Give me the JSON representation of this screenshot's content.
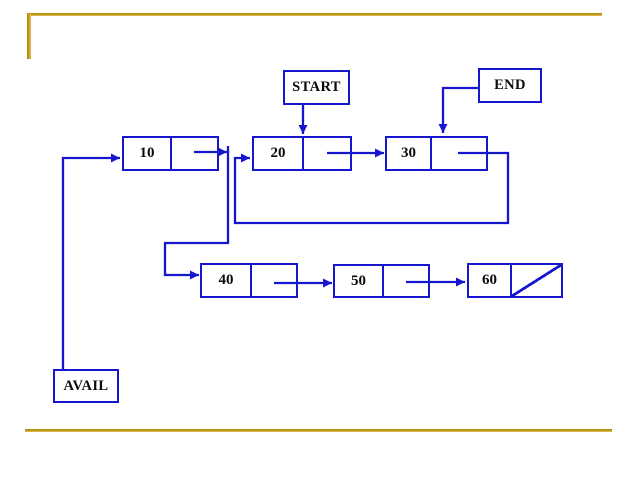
{
  "pointers": {
    "start": "START",
    "end": "END",
    "avail": "AVAIL"
  },
  "nodes": [
    {
      "value": "10"
    },
    {
      "value": "20"
    },
    {
      "value": "30"
    },
    {
      "value": "40"
    },
    {
      "value": "50"
    },
    {
      "value": "60",
      "next": "NULL (diagonal slash)"
    }
  ],
  "edges": [
    "START -> node 20",
    "node 20 -> node 30",
    "node 30 -> node 20 (wraps around below the list)",
    "END -> node 30",
    "AVAIL -> node 10",
    "node 10 -> node 40",
    "node 40 -> node 50",
    "node 50 -> node 60",
    "node 60 -> NULL"
  ],
  "colors": {
    "line_blue": "#1616ce",
    "accent_gold": "#c79b0b",
    "text": "#0a0a0a",
    "background": "#ffffff"
  }
}
